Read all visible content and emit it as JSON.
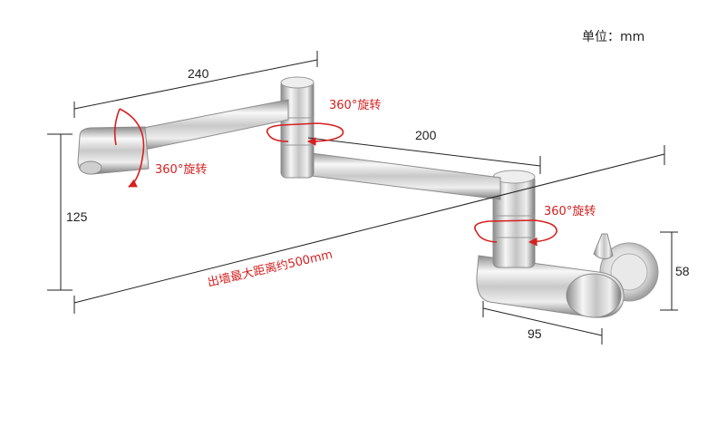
{
  "unit_label": "单位：mm",
  "dimensions": {
    "spout_arm": "240",
    "middle_arm": "200",
    "height": "125",
    "wall_mount_height": "58",
    "wall_base_depth": "95"
  },
  "rotation_label": "360°旋转",
  "max_reach_label": "出墙最大距离约500mm",
  "colors": {
    "annotation_red": "#d62020",
    "dimension_line": "#222222",
    "chrome_highlight": "#f4f4f4",
    "chrome_shadow": "#9a9a9a"
  }
}
